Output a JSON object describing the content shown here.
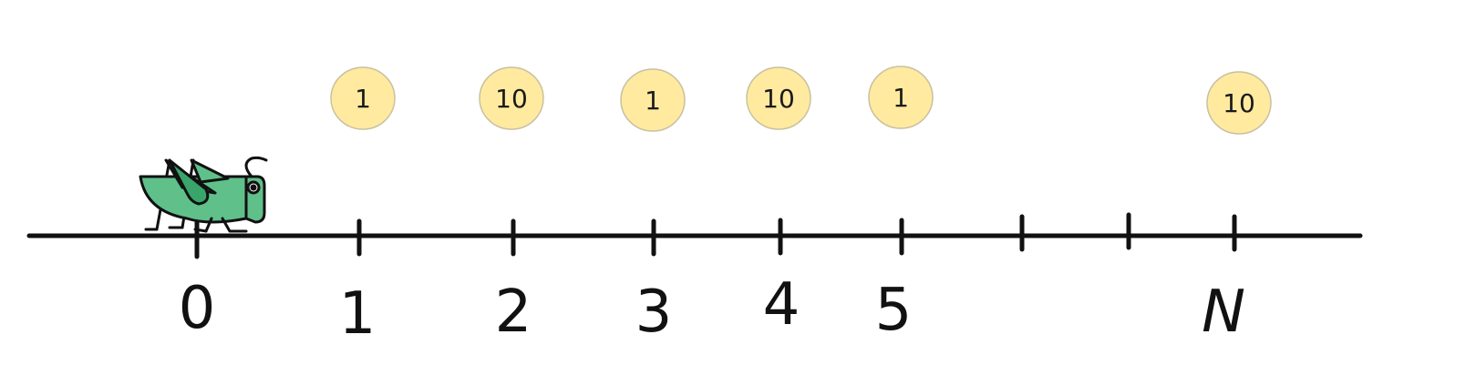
{
  "number_line": {
    "labels": [
      "0",
      "1",
      "2",
      "3",
      "4",
      "5",
      "",
      "",
      "N"
    ]
  },
  "coins": [
    {
      "value": "1"
    },
    {
      "value": "10"
    },
    {
      "value": "1"
    },
    {
      "value": "10"
    },
    {
      "value": "1"
    },
    {
      "value": "10"
    }
  ],
  "colors": {
    "line": "#111111",
    "coin_fill": "#ffeaa0",
    "coin_stroke": "#c9c0a0",
    "grasshopper_body": "#5fc08a",
    "grasshopper_dark": "#3aa56a",
    "outline": "#111111"
  },
  "icons": {
    "character": "grasshopper-icon"
  }
}
